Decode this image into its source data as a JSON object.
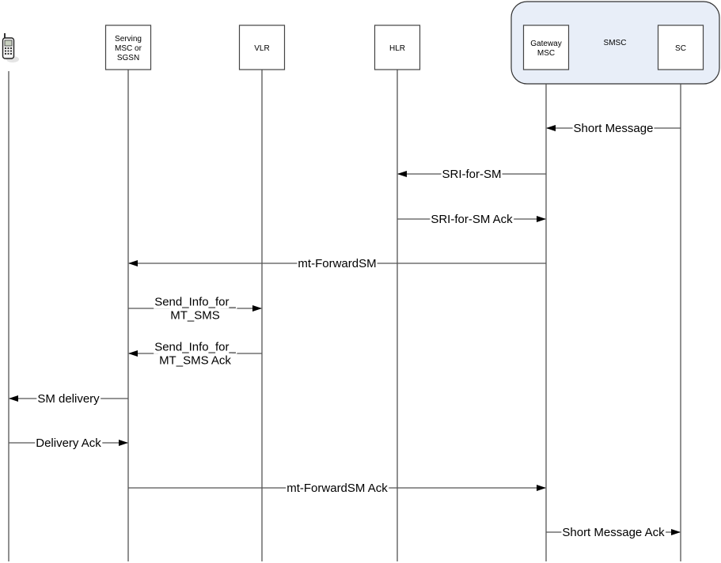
{
  "diagram": {
    "type": "sequence",
    "group": {
      "label": "SMSC",
      "fill": "#e8eef8"
    },
    "participants": [
      {
        "id": "ms",
        "label": [],
        "icon": "mobile-phone-icon"
      },
      {
        "id": "msc",
        "label": [
          "Serving",
          "MSC or",
          "SGSN"
        ]
      },
      {
        "id": "vlr",
        "label": [
          "VLR"
        ]
      },
      {
        "id": "hlr",
        "label": [
          "HLR"
        ]
      },
      {
        "id": "gmsc",
        "label": [
          "Gateway",
          "MSC"
        ]
      },
      {
        "id": "sc",
        "label": [
          "SC"
        ]
      }
    ],
    "messages": [
      {
        "from": "sc",
        "to": "gmsc",
        "label": [
          "Short Message"
        ]
      },
      {
        "from": "gmsc",
        "to": "hlr",
        "label": [
          "SRI-for-SM"
        ]
      },
      {
        "from": "hlr",
        "to": "gmsc",
        "label": [
          "SRI-for-SM Ack"
        ]
      },
      {
        "from": "gmsc",
        "to": "msc",
        "label": [
          "mt-ForwardSM"
        ]
      },
      {
        "from": "msc",
        "to": "vlr",
        "label": [
          "Send_Info_for_",
          "MT_SMS"
        ]
      },
      {
        "from": "vlr",
        "to": "msc",
        "label": [
          "Send_Info_for_",
          "MT_SMS Ack"
        ]
      },
      {
        "from": "msc",
        "to": "ms",
        "label": [
          "SM delivery"
        ]
      },
      {
        "from": "ms",
        "to": "msc",
        "label": [
          "Delivery Ack"
        ]
      },
      {
        "from": "msc",
        "to": "gmsc",
        "label": [
          "mt-ForwardSM Ack"
        ]
      },
      {
        "from": "gmsc",
        "to": "sc",
        "label": [
          "Short Message Ack"
        ]
      }
    ]
  }
}
